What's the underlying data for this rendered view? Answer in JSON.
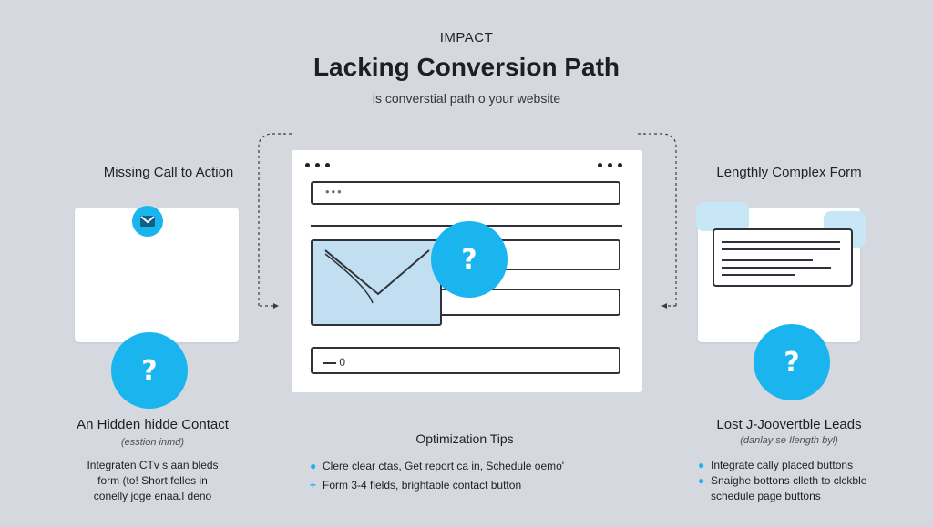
{
  "header": {
    "eyebrow": "IMPACT",
    "title": "Lacking Conversion Path",
    "subtitle": "is converstial path o your website"
  },
  "left_panel": {
    "heading": "Missing Call to Action",
    "badge_icon": "envelope-icon",
    "question_mark": "?",
    "bottom_heading": "An Hidden hidde Contact",
    "note": "(esstion inmd)",
    "body_lines": [
      "Integraten CTv s aan bleds",
      "form (to! Short felles   in",
      "conelly joge enaa.l deno"
    ]
  },
  "center_panel": {
    "search_placeholder_dots": "•••",
    "question_mark": "?",
    "bottom_field_text": "0",
    "heading": "Optimization Tips",
    "tips": [
      {
        "bullet": "●",
        "text": "Clere clear ctas,  Get report ca in, Schedule oemo'"
      },
      {
        "bullet": "+",
        "text": "Form 3-4 fields, brightable contact button"
      }
    ]
  },
  "right_panel": {
    "heading": "Lengthly Complex Form",
    "question_mark": "?",
    "bottom_heading": "Lost J-Joovertble Leads",
    "note": "(danlay se Ilength byl)",
    "tips": [
      {
        "bullet": "●",
        "text": "Integrate cally placed buttons"
      },
      {
        "bullet": "●",
        "text": "Snaighe bottons clleth to clckble"
      },
      {
        "bullet": "",
        "text": "schedule page buttons"
      }
    ]
  },
  "colors": {
    "accent": "#1ab5ef",
    "background": "#d5d9df",
    "envelope_fill": "#c2dff2",
    "stroke": "#2f3339"
  }
}
